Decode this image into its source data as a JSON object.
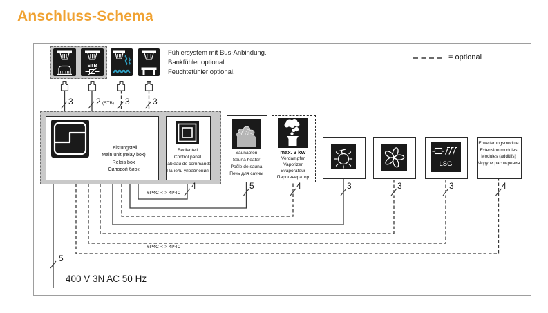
{
  "title": "Anschluss-Schema",
  "colors": {
    "accent": "#F0A232",
    "steam_blue": "#2FA3C6"
  },
  "legend": {
    "optional": "= optional"
  },
  "notes": {
    "line1": "Fühlersystem mit Bus-Anbindung.",
    "line2": "Bankfühler optional.",
    "line3": "Feuchtefühler optional."
  },
  "sensors": {
    "oven": {
      "wires": "3"
    },
    "stb": {
      "icon_label": "STB",
      "wires": "2",
      "note": "(STB)"
    },
    "humidity": {
      "wires": "3"
    },
    "bench": {
      "wires": "3"
    }
  },
  "main_unit": {
    "lines": [
      "Leistungsteil",
      "Main unit (relay box)",
      "Relais box",
      "Силовой блок"
    ]
  },
  "control_panel": {
    "lines": [
      "Bedienteil",
      "Control panel",
      "Tableau de commande",
      "Панель управления"
    ],
    "wires": "4",
    "cable": "6P4C <-> 4P4C"
  },
  "sauna_heater": {
    "lines": [
      "Saunaofen",
      "Sauna heater",
      "Poêle de sauna",
      "Печь для сауны"
    ],
    "wires": "5"
  },
  "vaporizer": {
    "rating": "max. 3 kW",
    "lines": [
      "Verdampfer",
      "Vaporizer",
      "Evaporateur",
      "Парогенератор"
    ],
    "wires": "4"
  },
  "light": {
    "wires": "3"
  },
  "fan": {
    "wires": "3"
  },
  "lsg": {
    "icon_label": "LSG",
    "wires": "3"
  },
  "extension_modules": {
    "lines": [
      "Erweiterungsmodule",
      "Extension modules",
      "Modules (additifs)",
      "Модули расширения"
    ],
    "wires": "4"
  },
  "bottom_cable": "6P4C <-> 4P4C",
  "power": {
    "wires": "5",
    "label": "400 V 3N AC 50 Hz"
  }
}
